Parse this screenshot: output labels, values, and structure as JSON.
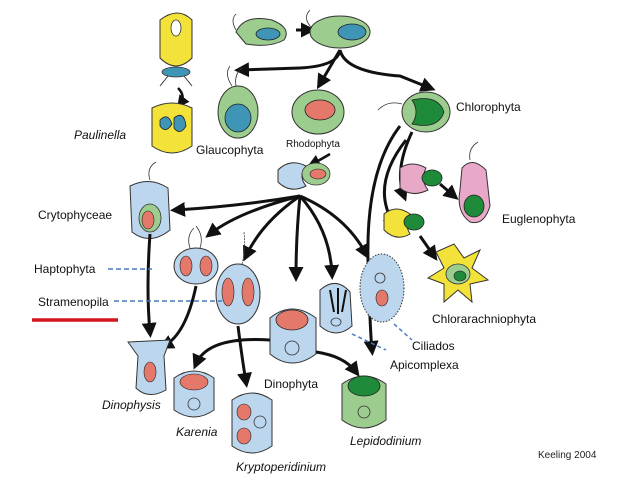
{
  "labels": {
    "chlorophyta": "Chlorophyta",
    "paulinella": "Paulinella",
    "glaucophyta": "Glaucophyta",
    "rhodophyta": "Rhodophyta",
    "cryptophyceae": "Crytophyceae",
    "euglenophyta": "Euglenophyta",
    "haptophyta": "Haptophyta",
    "stramenopila": "Stramenopila",
    "chlorarachniophyta": "Chlorarachniophyta",
    "ciliados": "Ciliados",
    "apicomplexa": "Apicomplexa",
    "dinophyta": "Dinophyta",
    "dinophysis": "Dinophysis",
    "karenia": "Karenia",
    "lepidodinium": "Lepidodinium",
    "kryptoperidinium": "Kryptoperidinium"
  },
  "credit": "Keeling 2004",
  "colors": {
    "green": "#9ccc8e",
    "dark_green": "#1f8a3a",
    "red": "#e4796b",
    "blue": "#bcd6ee",
    "teal": "#3f95b5",
    "yellow": "#f3e23a",
    "pink": "#e8a9c8",
    "arrow": "#111111",
    "highlight": "#d4141c",
    "dash": "#4a78c2"
  }
}
